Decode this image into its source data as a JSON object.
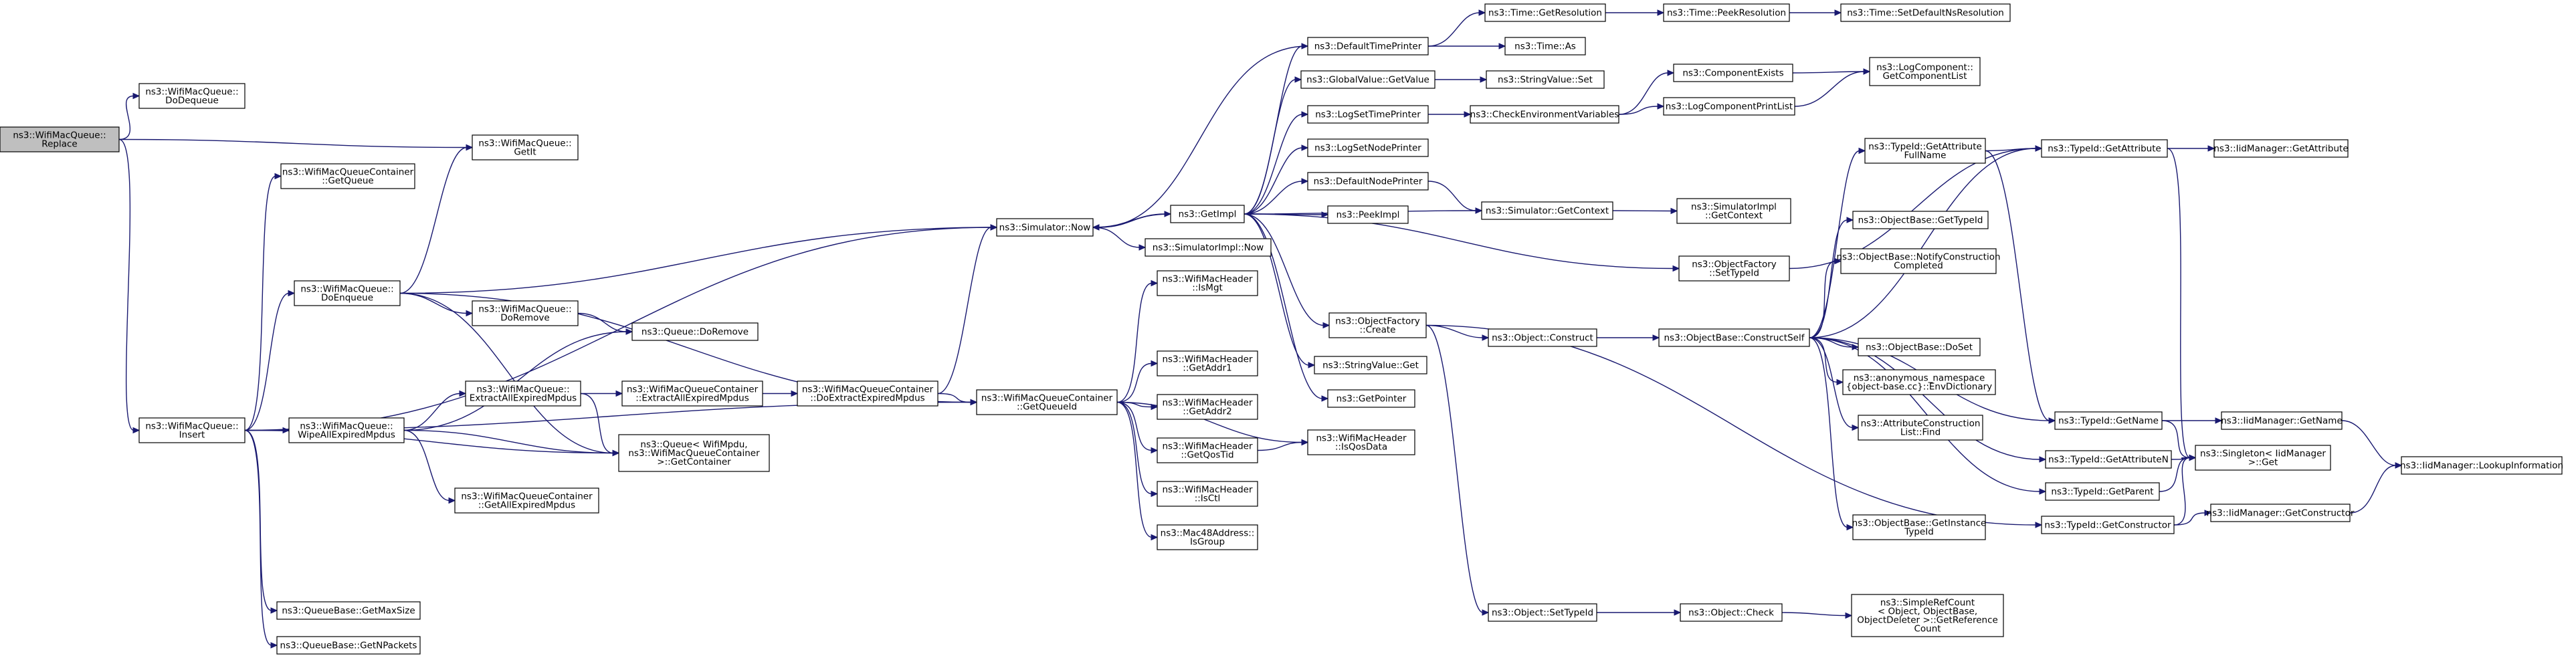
{
  "graph": {
    "type": "call-graph",
    "colors": {
      "edge": "#191970",
      "node_border": "#000000",
      "node_fill": "#ffffff",
      "root_fill": "#bfbfbf",
      "truncated_border": "#ff0000",
      "text": "#000000"
    },
    "nodes": [
      {
        "id": "replace",
        "lines": [
          "ns3::WifiMacQueue::",
          "Replace"
        ],
        "root": true
      },
      {
        "id": "dodequeue",
        "lines": [
          "ns3::WifiMacQueue::",
          "DoDequeue"
        ]
      },
      {
        "id": "getit",
        "lines": [
          "ns3::WifiMacQueue::",
          "GetIt"
        ]
      },
      {
        "id": "containerGetQueue",
        "lines": [
          "ns3::WifiMacQueueContainer",
          "::GetQueue"
        ]
      },
      {
        "id": "doenqueue",
        "lines": [
          "ns3::WifiMacQueue::",
          "DoEnqueue"
        ]
      },
      {
        "id": "insert",
        "lines": [
          "ns3::WifiMacQueue::",
          "Insert"
        ]
      },
      {
        "id": "doremove",
        "lines": [
          "ns3::WifiMacQueue::",
          "DoRemove"
        ]
      },
      {
        "id": "queueDoRemove",
        "lines": [
          "ns3::Queue::DoRemove"
        ]
      },
      {
        "id": "wipeAll",
        "lines": [
          "ns3::WifiMacQueue::",
          "WipeAllExpiredMpdus"
        ]
      },
      {
        "id": "extractAll",
        "lines": [
          "ns3::WifiMacQueue::",
          "ExtractAllExpiredMpdus"
        ]
      },
      {
        "id": "queueGetContainer",
        "lines": [
          "ns3::Queue< WifiMpdu,",
          "ns3::WifiMacQueueContainer",
          ">::GetContainer"
        ]
      },
      {
        "id": "containerGetAllExpired",
        "lines": [
          "ns3::WifiMacQueueContainer",
          "::GetAllExpiredMpdus"
        ]
      },
      {
        "id": "containerExtractAll",
        "lines": [
          "ns3::WifiMacQueueContainer",
          "::ExtractAllExpiredMpdus"
        ]
      },
      {
        "id": "containerDoExtract",
        "lines": [
          "ns3::WifiMacQueueContainer",
          "::DoExtractExpiredMpdus"
        ]
      },
      {
        "id": "getMaxSize",
        "lines": [
          "ns3::QueueBase::GetMaxSize"
        ]
      },
      {
        "id": "getNPackets",
        "lines": [
          "ns3::QueueBase::GetNPackets"
        ]
      },
      {
        "id": "simNow",
        "lines": [
          "ns3::Simulator::Now"
        ]
      },
      {
        "id": "getImpl",
        "lines": [
          "ns3::GetImpl"
        ]
      },
      {
        "id": "simImplNow",
        "lines": [
          "ns3::SimulatorImpl::Now"
        ]
      },
      {
        "id": "containerGetQueueId",
        "lines": [
          "ns3::WifiMacQueueContainer",
          "::GetQueueId"
        ]
      },
      {
        "id": "isMgt",
        "lines": [
          "ns3::WifiMacHeader",
          "::IsMgt"
        ]
      },
      {
        "id": "getAddr1",
        "lines": [
          "ns3::WifiMacHeader",
          "::GetAddr1"
        ]
      },
      {
        "id": "getAddr2",
        "lines": [
          "ns3::WifiMacHeader",
          "::GetAddr2"
        ]
      },
      {
        "id": "getQosTid",
        "lines": [
          "ns3::WifiMacHeader",
          "::GetQosTid"
        ]
      },
      {
        "id": "isCtl",
        "lines": [
          "ns3::WifiMacHeader",
          "::IsCtl"
        ]
      },
      {
        "id": "isGroup",
        "lines": [
          "ns3::Mac48Address::",
          "IsGroup"
        ]
      },
      {
        "id": "isQosData",
        "lines": [
          "ns3::WifiMacHeader",
          "::IsQosData"
        ]
      },
      {
        "id": "defaultTimePrinter",
        "lines": [
          "ns3::DefaultTimePrinter"
        ]
      },
      {
        "id": "globalValueGetValue",
        "lines": [
          "ns3::GlobalValue::GetValue"
        ]
      },
      {
        "id": "logSetTimePrinter",
        "lines": [
          "ns3::LogSetTimePrinter"
        ]
      },
      {
        "id": "logSetNodePrinter",
        "lines": [
          "ns3::LogSetNodePrinter"
        ]
      },
      {
        "id": "defaultNodePrinter",
        "lines": [
          "ns3::DefaultNodePrinter"
        ]
      },
      {
        "id": "peekImpl",
        "lines": [
          "ns3::PeekImpl"
        ]
      },
      {
        "id": "objectFactoryCreate",
        "lines": [
          "ns3::ObjectFactory",
          "::Create"
        ]
      },
      {
        "id": "stringValueGet",
        "lines": [
          "ns3::StringValue::Get"
        ]
      },
      {
        "id": "getPointer",
        "lines": [
          "ns3::GetPointer"
        ]
      },
      {
        "id": "timeGetResolution",
        "lines": [
          "ns3::Time::GetResolution"
        ]
      },
      {
        "id": "timeAs",
        "lines": [
          "ns3::Time::As"
        ]
      },
      {
        "id": "timePeekResolution",
        "lines": [
          "ns3::Time::PeekResolution"
        ]
      },
      {
        "id": "timeSetDefault",
        "lines": [
          "ns3::Time::SetDefaultNsResolution"
        ],
        "truncated": true
      },
      {
        "id": "stringValueSet",
        "lines": [
          "ns3::StringValue::Set"
        ]
      },
      {
        "id": "checkEnv",
        "lines": [
          "ns3::CheckEnvironmentVariables"
        ]
      },
      {
        "id": "componentExists",
        "lines": [
          "ns3::ComponentExists"
        ]
      },
      {
        "id": "logComponentPrintList",
        "lines": [
          "ns3::LogComponentPrintList"
        ]
      },
      {
        "id": "logComponentGetList",
        "lines": [
          "ns3::LogComponent::",
          "GetComponentList"
        ]
      },
      {
        "id": "simGetContext",
        "lines": [
          "ns3::Simulator::GetContext"
        ]
      },
      {
        "id": "simImplGetContext",
        "lines": [
          "ns3::SimulatorImpl",
          "::GetContext"
        ]
      },
      {
        "id": "objectFactorySetTypeId",
        "lines": [
          "ns3::ObjectFactory",
          "::SetTypeId"
        ]
      },
      {
        "id": "objectConstruct",
        "lines": [
          "ns3::Object::Construct"
        ]
      },
      {
        "id": "constructSelf",
        "lines": [
          "ns3::ObjectBase::ConstructSelf"
        ]
      },
      {
        "id": "objectSetTypeId",
        "lines": [
          "ns3::Object::SetTypeId"
        ]
      },
      {
        "id": "objectCheck",
        "lines": [
          "ns3::Object::Check"
        ]
      },
      {
        "id": "simpleRefCount",
        "lines": [
          "ns3::SimpleRefCount",
          "< Object, ObjectBase,",
          "ObjectDeleter >::GetReference",
          "Count"
        ]
      },
      {
        "id": "getAttributeFullName",
        "lines": [
          "ns3::TypeId::GetAttribute",
          "FullName"
        ]
      },
      {
        "id": "typeIdGetAttribute",
        "lines": [
          "ns3::TypeId::GetAttribute"
        ]
      },
      {
        "id": "iidGetAttribute",
        "lines": [
          "ns3::IidManager::GetAttribute"
        ]
      },
      {
        "id": "objectBaseGetTypeId",
        "lines": [
          "ns3::ObjectBase::GetTypeId"
        ],
        "truncated": true
      },
      {
        "id": "notifyConstruction",
        "lines": [
          "ns3::ObjectBase::NotifyConstruction",
          "Completed"
        ]
      },
      {
        "id": "doSet",
        "lines": [
          "ns3::ObjectBase::DoSet"
        ]
      },
      {
        "id": "envDictionary",
        "lines": [
          "ns3::anonymous_namespace",
          "{object-base.cc}::EnvDictionary"
        ]
      },
      {
        "id": "attrConstructionFind",
        "lines": [
          "ns3::AttributeConstruction",
          "List::Find"
        ]
      },
      {
        "id": "typeIdGetName",
        "lines": [
          "ns3::TypeId::GetName"
        ]
      },
      {
        "id": "iidGetName",
        "lines": [
          "ns3::IidManager::GetName"
        ]
      },
      {
        "id": "typeIdGetAttributeN",
        "lines": [
          "ns3::TypeId::GetAttributeN"
        ],
        "truncated": true
      },
      {
        "id": "singletonGet",
        "lines": [
          "ns3::Singleton< IidManager",
          ">::Get"
        ]
      },
      {
        "id": "typeIdGetParent",
        "lines": [
          "ns3::TypeId::GetParent"
        ],
        "truncated": true
      },
      {
        "id": "typeIdGetConstructor",
        "lines": [
          "ns3::TypeId::GetConstructor"
        ]
      },
      {
        "id": "iidGetConstructor",
        "lines": [
          "ns3::IidManager::GetConstructor"
        ]
      },
      {
        "id": "iidLookup",
        "lines": [
          "ns3::IidManager::LookupInformation"
        ]
      },
      {
        "id": "getInstanceTypeId",
        "lines": [
          "ns3::ObjectBase::GetInstance",
          "TypeId"
        ]
      }
    ],
    "edges": [
      [
        "replace",
        "dodequeue"
      ],
      [
        "replace",
        "getit"
      ],
      [
        "replace",
        "insert"
      ],
      [
        "insert",
        "containerGetQueue"
      ],
      [
        "insert",
        "doenqueue"
      ],
      [
        "insert",
        "simNow"
      ],
      [
        "insert",
        "wipeAll"
      ],
      [
        "insert",
        "queueGetContainer"
      ],
      [
        "insert",
        "getMaxSize"
      ],
      [
        "insert",
        "getNPackets"
      ],
      [
        "insert",
        "containerGetQueueId"
      ],
      [
        "doenqueue",
        "getit"
      ],
      [
        "doenqueue",
        "simNow"
      ],
      [
        "doenqueue",
        "doremove"
      ],
      [
        "doenqueue",
        "queueGetContainer"
      ],
      [
        "doenqueue",
        "containerGetQueueId"
      ],
      [
        "doremove",
        "queueDoRemove"
      ],
      [
        "wipeAll",
        "queueDoRemove"
      ],
      [
        "wipeAll",
        "extractAll"
      ],
      [
        "wipeAll",
        "queueGetContainer"
      ],
      [
        "wipeAll",
        "containerGetAllExpired"
      ],
      [
        "extractAll",
        "containerExtractAll"
      ],
      [
        "extractAll",
        "queueGetContainer"
      ],
      [
        "containerExtractAll",
        "containerDoExtract"
      ],
      [
        "containerDoExtract",
        "simNow"
      ],
      [
        "containerDoExtract",
        "containerGetQueueId"
      ],
      [
        "containerGetQueueId",
        "isMgt"
      ],
      [
        "containerGetQueueId",
        "getAddr1"
      ],
      [
        "containerGetQueueId",
        "getAddr2"
      ],
      [
        "containerGetQueueId",
        "getQosTid"
      ],
      [
        "containerGetQueueId",
        "isCtl"
      ],
      [
        "containerGetQueueId",
        "isGroup"
      ],
      [
        "containerGetQueueId",
        "isQosData"
      ],
      [
        "getQosTid",
        "isQosData"
      ],
      [
        "simNow",
        "getImpl"
      ],
      [
        "simNow",
        "simImplNow"
      ],
      [
        "getImpl",
        "defaultTimePrinter"
      ],
      [
        "getImpl",
        "globalValueGetValue"
      ],
      [
        "getImpl",
        "logSetTimePrinter"
      ],
      [
        "getImpl",
        "logSetNodePrinter"
      ],
      [
        "getImpl",
        "defaultNodePrinter"
      ],
      [
        "getImpl",
        "peekImpl"
      ],
      [
        "getImpl",
        "objectFactoryCreate"
      ],
      [
        "getImpl",
        "stringValueGet"
      ],
      [
        "getImpl",
        "getPointer"
      ],
      [
        "getImpl",
        "simGetContext"
      ],
      [
        "getImpl",
        "objectFactorySetTypeId"
      ],
      [
        "getImpl",
        "simNow"
      ],
      [
        "defaultTimePrinter",
        "timeGetResolution"
      ],
      [
        "defaultTimePrinter",
        "timeAs"
      ],
      [
        "defaultTimePrinter",
        "simNow"
      ],
      [
        "timeGetResolution",
        "timePeekResolution"
      ],
      [
        "timePeekResolution",
        "timeSetDefault"
      ],
      [
        "globalValueGetValue",
        "stringValueSet"
      ],
      [
        "logSetTimePrinter",
        "checkEnv"
      ],
      [
        "checkEnv",
        "componentExists"
      ],
      [
        "checkEnv",
        "logComponentPrintList"
      ],
      [
        "componentExists",
        "logComponentGetList"
      ],
      [
        "logComponentPrintList",
        "logComponentGetList"
      ],
      [
        "defaultNodePrinter",
        "simGetContext"
      ],
      [
        "simGetContext",
        "simImplGetContext"
      ],
      [
        "objectFactoryCreate",
        "objectConstruct"
      ],
      [
        "objectFactoryCreate",
        "objectSetTypeId"
      ],
      [
        "objectFactoryCreate",
        "typeIdGetConstructor"
      ],
      [
        "objectFactorySetTypeId",
        "typeIdGetAttribute"
      ],
      [
        "objectConstruct",
        "constructSelf"
      ],
      [
        "objectSetTypeId",
        "objectCheck"
      ],
      [
        "objectCheck",
        "simpleRefCount"
      ],
      [
        "constructSelf",
        "getAttributeFullName"
      ],
      [
        "constructSelf",
        "typeIdGetAttribute"
      ],
      [
        "constructSelf",
        "objectBaseGetTypeId"
      ],
      [
        "constructSelf",
        "notifyConstruction"
      ],
      [
        "constructSelf",
        "doSet"
      ],
      [
        "constructSelf",
        "envDictionary"
      ],
      [
        "constructSelf",
        "attrConstructionFind"
      ],
      [
        "constructSelf",
        "typeIdGetName"
      ],
      [
        "constructSelf",
        "typeIdGetAttributeN"
      ],
      [
        "constructSelf",
        "typeIdGetParent"
      ],
      [
        "constructSelf",
        "getInstanceTypeId"
      ],
      [
        "getAttributeFullName",
        "typeIdGetAttribute"
      ],
      [
        "getAttributeFullName",
        "typeIdGetName"
      ],
      [
        "typeIdGetAttribute",
        "iidGetAttribute"
      ],
      [
        "typeIdGetAttribute",
        "singletonGet"
      ],
      [
        "typeIdGetName",
        "iidGetName"
      ],
      [
        "typeIdGetName",
        "singletonGet"
      ],
      [
        "iidGetName",
        "iidLookup"
      ],
      [
        "typeIdGetAttributeN",
        "singletonGet"
      ],
      [
        "typeIdGetParent",
        "singletonGet"
      ],
      [
        "typeIdGetConstructor",
        "iidGetConstructor"
      ],
      [
        "typeIdGetConstructor",
        "singletonGet"
      ],
      [
        "iidGetConstructor",
        "iidLookup"
      ]
    ]
  }
}
